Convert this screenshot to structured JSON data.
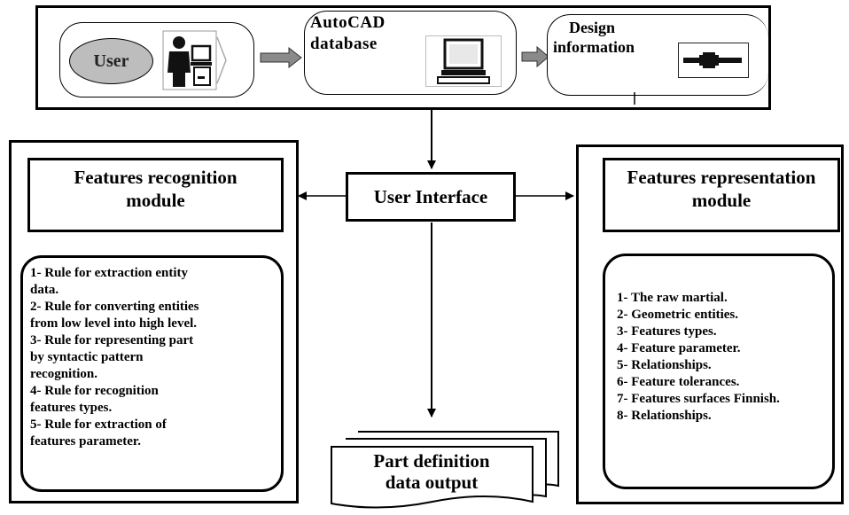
{
  "top_panel": {
    "user_label": "User",
    "autocad_line1": "AutoCAD",
    "autocad_line2": "database",
    "design_line1": "Design",
    "design_line2": "information"
  },
  "user_interface": {
    "label": "User Interface"
  },
  "recognition": {
    "title_line1": "Features recognition",
    "title_line2": "module",
    "rules": [
      "1- Rule for extraction entity",
      "data.",
      "2- Rule for converting entities",
      "from low level into high level.",
      "3- Rule for representing part",
      "by syntactic pattern",
      "recognition.",
      "4- Rule for recognition",
      "features types.",
      "5- Rule for extraction of",
      "features parameter."
    ]
  },
  "representation": {
    "title_line1": "Features representation",
    "title_line2": "module",
    "items": [
      "1- The raw martial.",
      "2- Geometric entities.",
      "3- Features types.",
      "4- Feature parameter.",
      "5- Relationships.",
      "6- Feature tolerances.",
      "7- Features surfaces Finnish.",
      "8- Relationships."
    ]
  },
  "output": {
    "line1": "Part definition",
    "line2": "data output"
  },
  "colors": {
    "user_oval": "#bdbdbd",
    "arrow_fill": "#8a8a8a"
  }
}
